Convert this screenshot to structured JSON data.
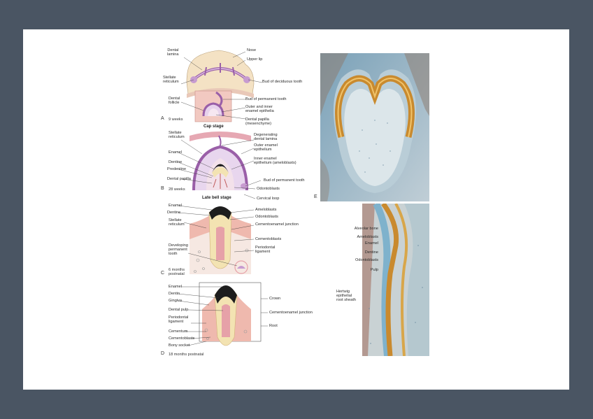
{
  "figure": {
    "panels": {
      "A": {
        "letter": "A",
        "age": "9 weeks",
        "stage": "Cap stage",
        "labels": {
          "dental_lamina": "Dental\nlamina",
          "nose": "Nose",
          "upper_lip": "Upper lip",
          "stellate_reticulum": "Stellate\nreticulum",
          "bud_deciduous": "Bud of deciduous tooth",
          "dental_follicle": "Dental\nfollicle",
          "bud_permanent": "Bud of permanent tooth",
          "outer_inner_epithelia": "Outer and inner\nenamel epithelia",
          "dental_papilla": "Dental papilla\n(mesenchyme)"
        }
      },
      "B": {
        "letter": "B",
        "age": "28 weeks",
        "stage": "Late bell stage",
        "labels": {
          "stellate_reticulum": "Stellate\nreticulum",
          "degenerating_lamina": "Degenerating\ndental lamina",
          "outer_enamel_epithelium": "Outer enamel\nepithelium",
          "enamel": "Enamel",
          "dentine": "Dentine",
          "predentine": "Predentine",
          "inner_enamel_epithelium": "Inner enamel\nepithelium (ameloblasts)",
          "dental_papilla": "Dental papilla",
          "bud_permanent": "Bud of permanent tooth",
          "odontoblasts": "Odontoblasts",
          "cervical_loop": "Cervical loop"
        }
      },
      "C": {
        "letter": "C",
        "age": "6 months\npostnatal",
        "labels": {
          "enamel": "Enamel",
          "dentine": "Dentine",
          "stellate_reticulum": "Stellate\nreticulum",
          "ameloblasts": "Ameloblasts",
          "odontoblasts": "Odontoblasts",
          "cementoenamel_junction": "Cementoenamel junction",
          "cementoblasts": "Cementoblasts",
          "developing_permanent_tooth": "Developing\npermanent\ntooth",
          "periodontal_ligament": "Periodontal\nligament"
        }
      },
      "D": {
        "letter": "D",
        "age": "18 months postnatal",
        "labels": {
          "enamel": "Enamel",
          "dentin": "Dentin",
          "gingiva": "Gingiva",
          "dental_pulp": "Dental pulp",
          "periodontal_ligament": "Periodontal\nligament",
          "cementum": "Cementum",
          "cementoblasts": "Cementoblasts",
          "bony_socket": "Bony socket",
          "crown": "Crown",
          "cementoenamel_junction": "Cementoenamel junction",
          "root": "Root"
        }
      },
      "E": {
        "letter": "E",
        "labels": {
          "alveolar_bone": "Alveolar bone",
          "ameloblasts": "Ameloblasts",
          "enamel": "Enamel",
          "dentine": "Dentine",
          "odontoblasts": "Odontoblasts",
          "pulp": "Pulp",
          "hertwig_sheath": "Hertwig\nepithelial\nroot sheath"
        }
      }
    },
    "colors": {
      "background": "#4a5563",
      "page": "#ffffff",
      "enamel_organ": "#9a5fa8",
      "dentine": "#f3e3b2",
      "enamel": "#1d1d1d",
      "gingiva": "#efb9ae",
      "stain_orange": "#c98a2e",
      "stain_blue": "#7fb2cc"
    }
  }
}
